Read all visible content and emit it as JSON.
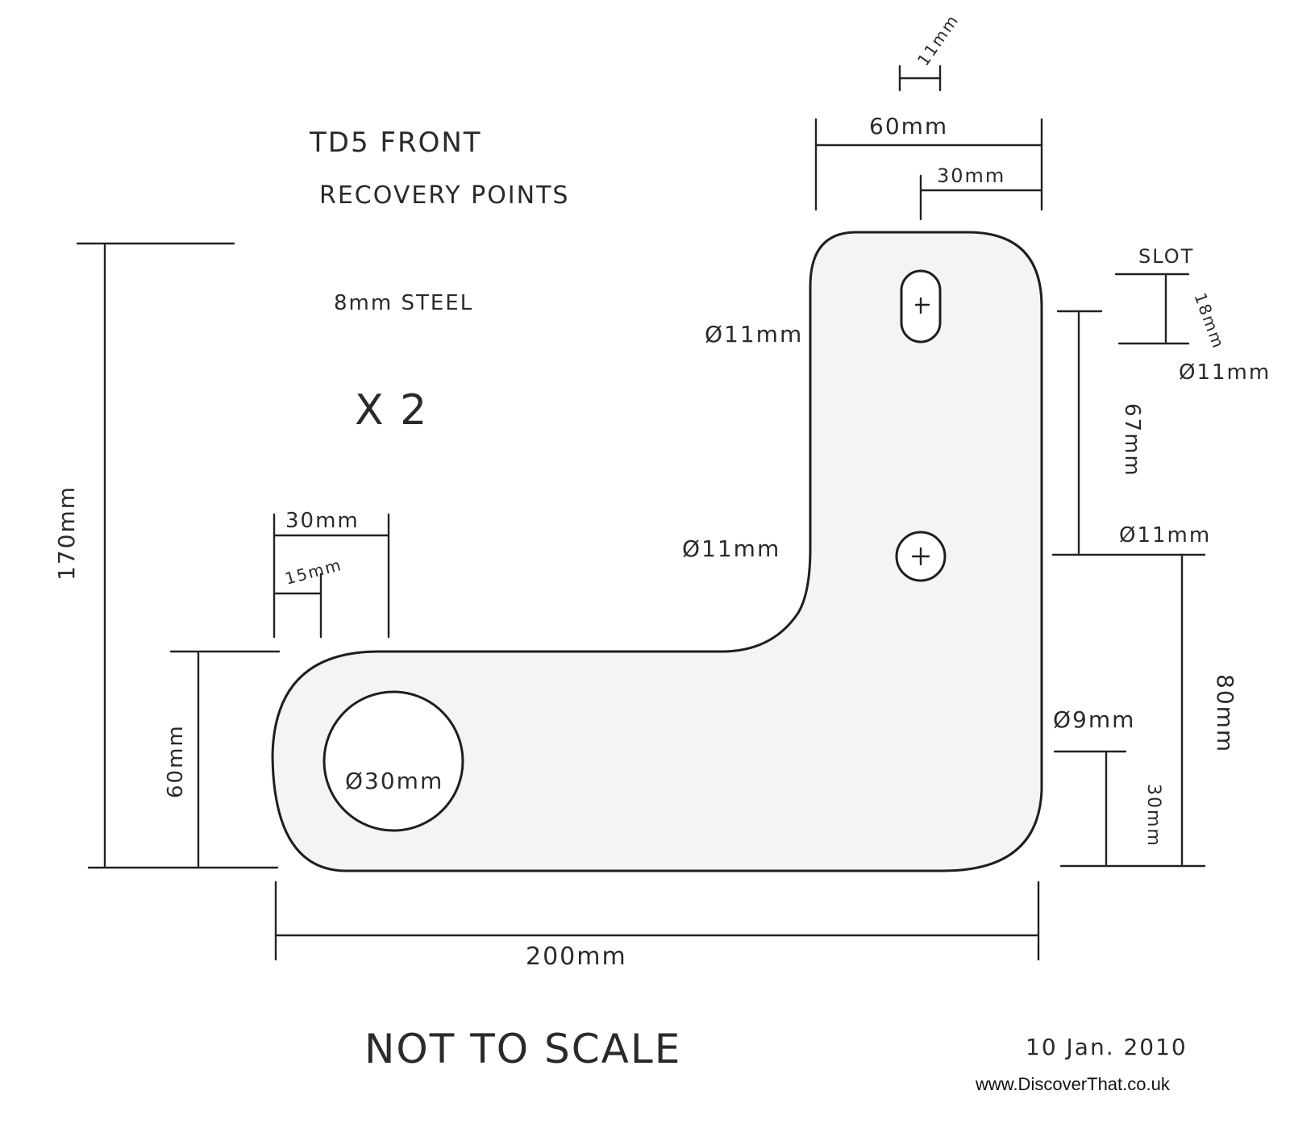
{
  "title_line1": "TD5 FRONT",
  "title_line2": "RECOVERY POINTS",
  "material": "8mm STEEL",
  "quantity": "X 2",
  "dimensions": {
    "overall_height": "170mm",
    "overall_width": "200mm",
    "arm_height": "60mm",
    "arm_end_width": "30mm",
    "arm_hole_center": "15mm",
    "upright_width": "60mm",
    "upright_hole_center": "30mm",
    "slot_width": "11mm",
    "slot_diameter_left": "Ø11mm",
    "slot_label": "SLOT",
    "slot_length": "18mm",
    "slot_diameter_right": "Ø11mm",
    "hole_spacing": "67mm",
    "middle_hole_left": "Ø11mm",
    "middle_hole_right": "Ø11mm",
    "right_side_height": "80mm",
    "bottom_hole_diameter": "Ø9mm",
    "bottom_hole_height": "30mm",
    "large_hole_diameter": "Ø30mm"
  },
  "footer": {
    "scale_note": "NOT TO SCALE",
    "date": "10 Jan. 2010",
    "website": "www.DiscoverThat.co.uk"
  }
}
